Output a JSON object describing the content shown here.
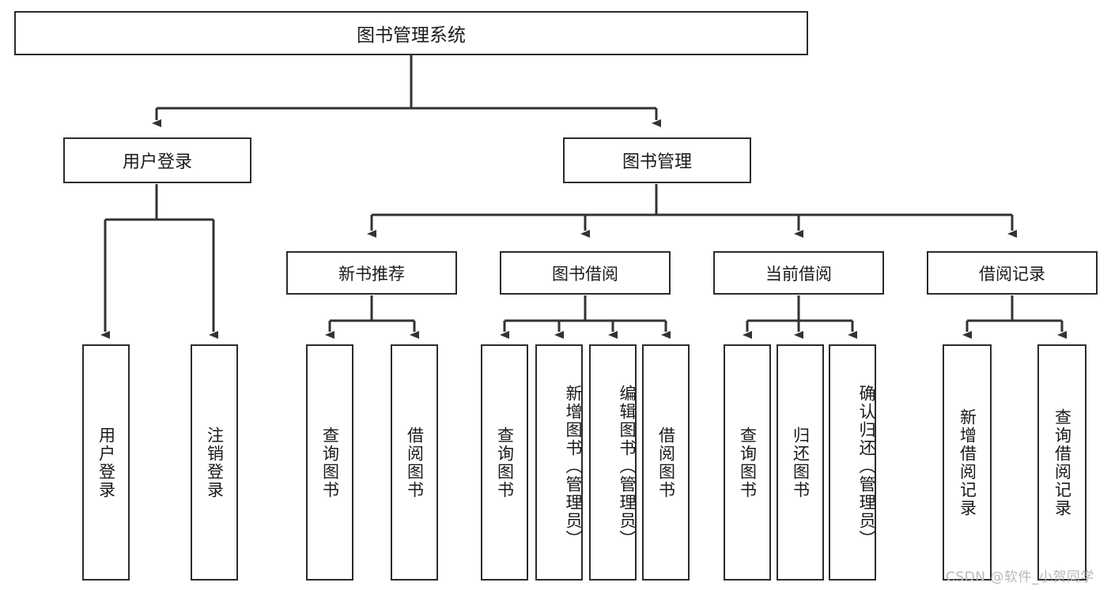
{
  "diagram": {
    "type": "tree-hierarchy",
    "title": "图书管理系统",
    "watermark": "CSDN @软件_小贺同学",
    "colors": {
      "box_border": "#2b2b2b",
      "box_fill": "#ffffff",
      "edge": "#333333",
      "text": "#1a1a1a",
      "watermark": "#b9b9b9"
    },
    "nodes": {
      "root": {
        "label": "图书管理系统"
      },
      "level1": [
        {
          "label": "用户登录"
        },
        {
          "label": "图书管理"
        }
      ],
      "level2": [
        {
          "label": "新书推荐"
        },
        {
          "label": "图书借阅"
        },
        {
          "label": "当前借阅"
        },
        {
          "label": "借阅记录"
        }
      ],
      "leaves": [
        {
          "label": "用户登录",
          "parent": "用户登录"
        },
        {
          "label": "注销登录",
          "parent": "用户登录"
        },
        {
          "label": "查询图书",
          "parent": "新书推荐"
        },
        {
          "label": "借阅图书",
          "parent": "新书推荐"
        },
        {
          "label": "查询图书",
          "parent": "图书借阅"
        },
        {
          "label": "新增图书（管理员）",
          "parent": "图书借阅"
        },
        {
          "label": "编辑图书（管理员）",
          "parent": "图书借阅"
        },
        {
          "label": "借阅图书",
          "parent": "图书借阅"
        },
        {
          "label": "查询图书",
          "parent": "当前借阅"
        },
        {
          "label": "归还图书",
          "parent": "当前借阅"
        },
        {
          "label": "确认归还（管理员）",
          "parent": "当前借阅"
        },
        {
          "label": "新增借阅记录",
          "parent": "借阅记录"
        },
        {
          "label": "查询借阅记录",
          "parent": "借阅记录"
        }
      ]
    }
  }
}
